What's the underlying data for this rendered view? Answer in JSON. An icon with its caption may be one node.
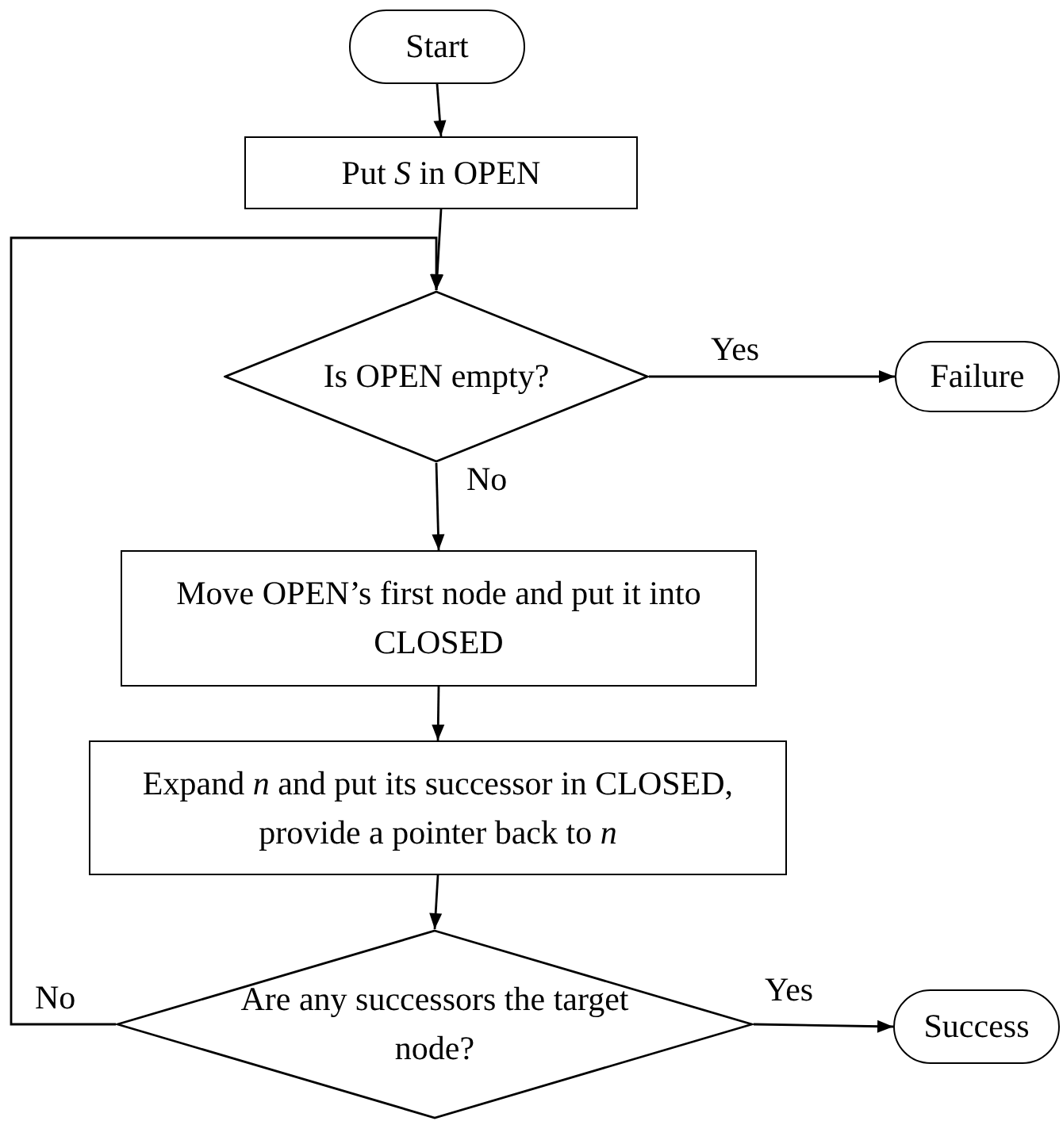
{
  "diagram": {
    "nodes": [
      {
        "text": [
          "Start"
        ]
      },
      {
        "text": [
          "Put *S* in OPEN"
        ]
      },
      {
        "text": [
          "Is OPEN empty?"
        ]
      },
      {
        "text": [
          "Failure"
        ]
      },
      {
        "text": [
          "Move OPEN’s first node and put it into CLOSED"
        ]
      },
      {
        "text": [
          "Expand *n* and put its successor in CLOSED, provide a pointer back to *n*"
        ]
      },
      {
        "text": [
          "Are any successors the target node?"
        ]
      },
      {
        "text": [
          "Success"
        ]
      }
    ],
    "edges": [
      {
        "from": 0,
        "to": 1,
        "arrow": "to"
      },
      {
        "from": 1,
        "to": 2,
        "arrow": "to"
      },
      {
        "from": 2,
        "to": 3,
        "arrow": "to",
        "label": "Yes"
      },
      {
        "from": 2,
        "to": 4,
        "arrow": "to",
        "label": "No"
      },
      {
        "from": 4,
        "to": 5,
        "arrow": "to"
      },
      {
        "from": 5,
        "to": 6,
        "arrow": "to"
      },
      {
        "from": 6,
        "to": 7,
        "arrow": "to",
        "label": "Yes"
      },
      {
        "from": 6,
        "to": 2,
        "arrow": "to",
        "label": "No"
      }
    ]
  }
}
